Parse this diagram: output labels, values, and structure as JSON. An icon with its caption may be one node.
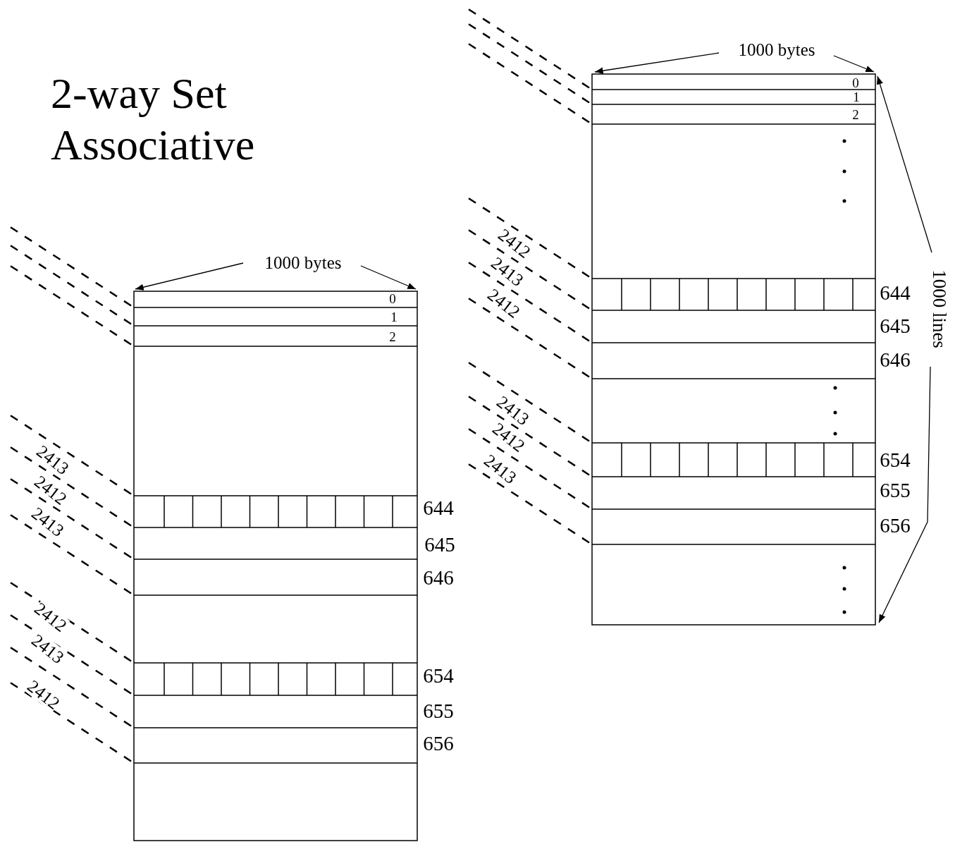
{
  "diagram": {
    "title": "2-way Set Associative",
    "labels": [
      "1000 bytes",
      "0",
      "1",
      "2",
      "2413",
      "2412",
      "2413",
      "644",
      "645",
      "646",
      "2412",
      "2413",
      "2412",
      "654",
      "655",
      "656",
      "1000 bytes",
      "0",
      "1",
      "2",
      "2412",
      "2413",
      "2412",
      "644",
      "645",
      "646",
      "1000 lines",
      "2413",
      "2412",
      "2413",
      "654",
      "655",
      "656"
    ]
  }
}
